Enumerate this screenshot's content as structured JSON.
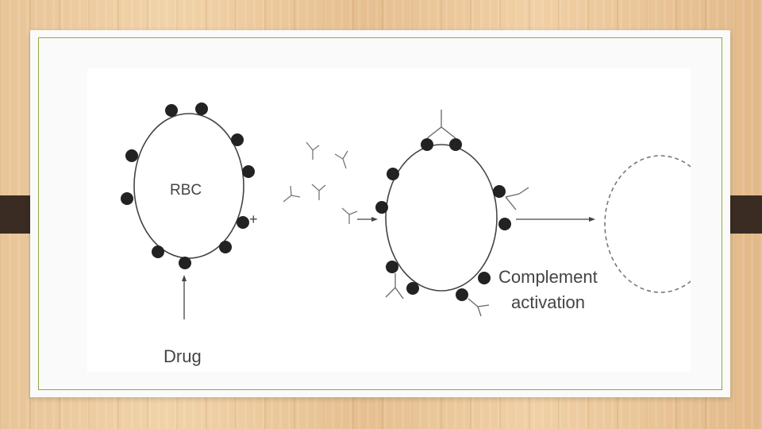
{
  "slide": {
    "accent_color": "#8faa3b",
    "tab_color": "#3a2c22"
  },
  "diagram": {
    "labels": {
      "rbc": "RBC",
      "plus": "+",
      "drug": "Drug",
      "complement_line1": "Complement",
      "complement_line2": "activation"
    }
  }
}
